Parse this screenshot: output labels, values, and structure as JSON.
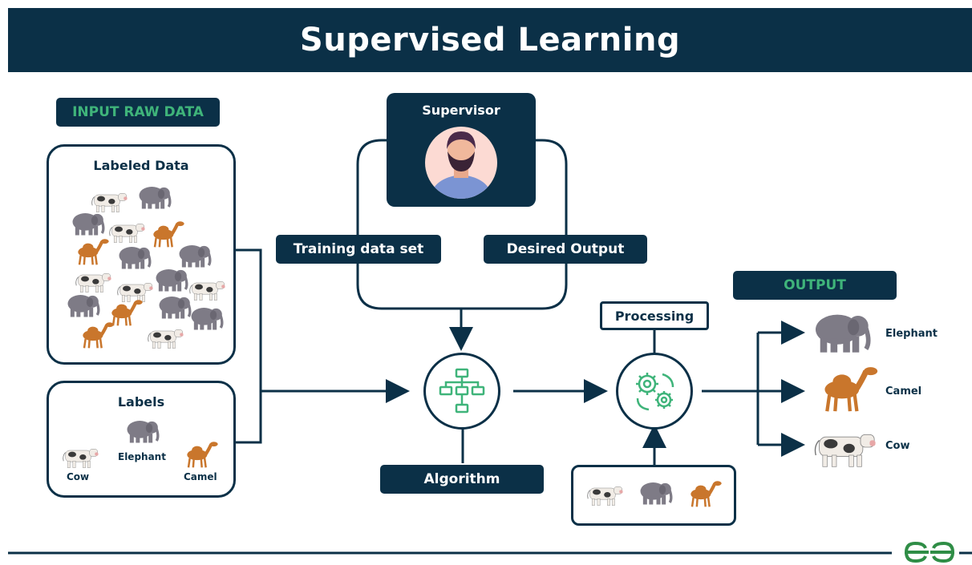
{
  "title": "Supervised Learning",
  "input_raw_data_label": "INPUT RAW DATA",
  "labeled_data": {
    "title": "Labeled Data",
    "animals": [
      "cow",
      "elephant",
      "elephant",
      "cow",
      "camel",
      "camel",
      "elephant",
      "elephant",
      "cow",
      "cow",
      "elephant",
      "cow",
      "elephant",
      "camel",
      "elephant",
      "camel",
      "elephant",
      "cow"
    ]
  },
  "labels": {
    "title": "Labels",
    "items": [
      {
        "animal": "cow",
        "label": "Cow"
      },
      {
        "animal": "elephant",
        "label": "Elephant"
      },
      {
        "animal": "camel",
        "label": "Camel"
      }
    ]
  },
  "supervisor": {
    "title": "Supervisor"
  },
  "training_data_set": "Training data set",
  "desired_output": "Desired Output",
  "algorithm": "Algorithm",
  "processing": "Processing",
  "output_label": "OUTPUT",
  "outputs": [
    {
      "animal": "elephant",
      "label": "Elephant"
    },
    {
      "animal": "camel",
      "label": "Camel"
    },
    {
      "animal": "cow",
      "label": "Cow"
    }
  ],
  "new_inputs": [
    "cow",
    "elephant",
    "camel"
  ],
  "icons": {
    "supervisor": "person-avatar-icon",
    "algorithm": "flowchart-icon",
    "processing": "gears-icon",
    "logo": "gfg-logo"
  },
  "colors": {
    "navy": "#0b3047",
    "green": "#3fb47a",
    "cow_white": "#f1ece6",
    "cow_spots": "#3a3a3a",
    "elephant": "#7e7b86",
    "camel": "#c9762c"
  }
}
